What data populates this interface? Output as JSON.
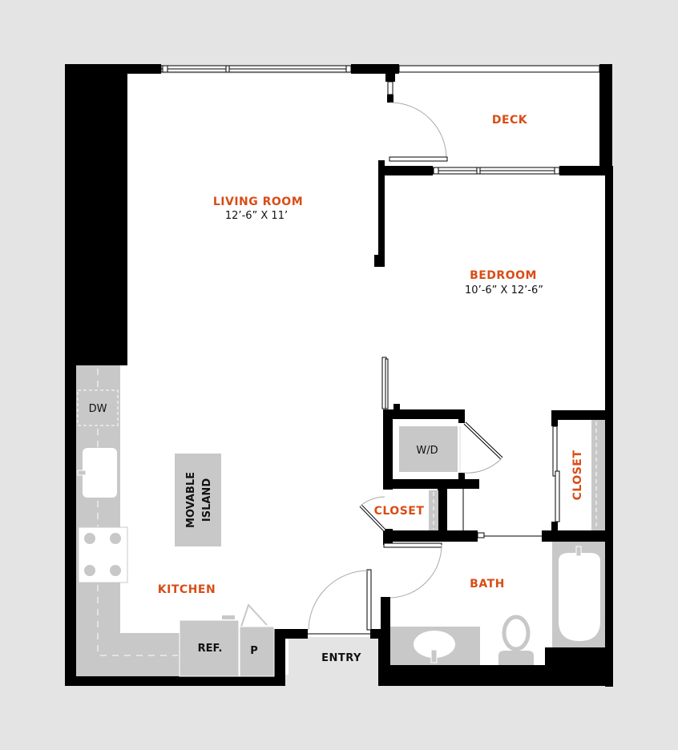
{
  "colors": {
    "background": "#e4e4e4",
    "floor": "#ffffff",
    "wall": "#000000",
    "fixture": "#c8c8c8",
    "room_label": "#d94c16",
    "text": "#111111"
  },
  "rooms": {
    "living_room": {
      "name": "LIVING ROOM",
      "dimensions": "12’-6” X 11’"
    },
    "bedroom": {
      "name": "BEDROOM",
      "dimensions": "10’-6” X 12’-6”"
    },
    "deck": {
      "name": "DECK"
    },
    "kitchen": {
      "name": "KITCHEN"
    },
    "bath": {
      "name": "BATH"
    },
    "closet_hall": {
      "name": "CLOSET"
    },
    "closet_bedroom": {
      "name": "CLOSET"
    },
    "entry": {
      "name": "ENTRY"
    }
  },
  "fixtures": {
    "dishwasher": "DW",
    "washer_dryer": "W/D",
    "island_line1": "MOVABLE",
    "island_line2": "ISLAND",
    "refrigerator": "REF.",
    "pantry": "P"
  }
}
